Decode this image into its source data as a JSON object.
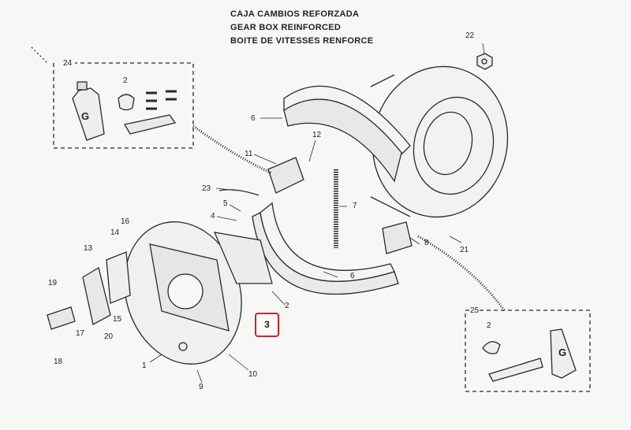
{
  "title_lines": [
    "CAJA CAMBIOS REFORZADA",
    "GEAR BOX REINFORCED",
    "BOITE DE VITESSES RENFORCE"
  ],
  "highlight": {
    "label": "3",
    "color": "#d21f2b"
  },
  "callouts": {
    "c1": "1",
    "c2a": "2",
    "c2b": "2",
    "c2c": "2",
    "c4": "4",
    "c5": "5",
    "c6a": "6",
    "c6b": "6",
    "c7": "7",
    "c8": "8",
    "c9": "9",
    "c10": "10",
    "c11": "11",
    "c12": "12",
    "c13": "13",
    "c14": "14",
    "c15": "15",
    "c16": "16",
    "c17": "17",
    "c18": "18",
    "c19": "19",
    "c20": "20",
    "c21": "21",
    "c22": "22",
    "c23": "23",
    "c24": "24",
    "c25": "25"
  },
  "tube_letter": "G"
}
